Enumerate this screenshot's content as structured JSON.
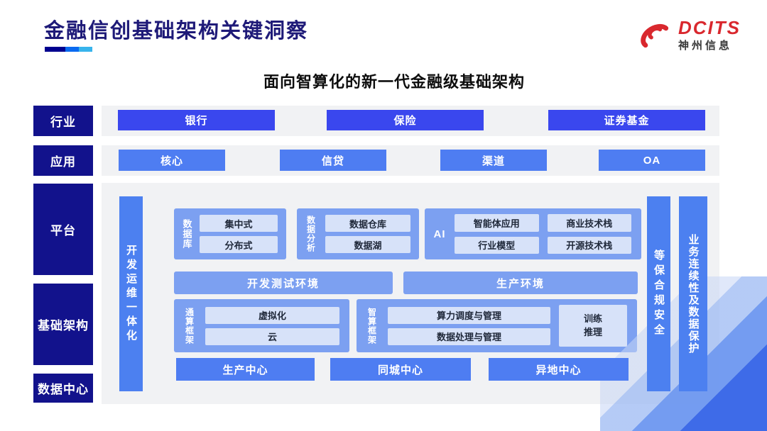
{
  "header": {
    "title": "金融信创基础架构关键洞察",
    "logo_brand": "DCITS",
    "logo_company": "神州信息"
  },
  "subtitle": "面向智算化的新一代金融级基础架构",
  "sidebar": {
    "industry": "行业",
    "application": "应用",
    "platform": "平台",
    "infrastructure": "基础架构",
    "datacenter": "数据中心"
  },
  "industry_items": [
    "银行",
    "保险",
    "证券基金"
  ],
  "application_items": [
    "核心",
    "信贷",
    "渠道",
    "OA"
  ],
  "platform": {
    "devops_bar": "开发运维一体化",
    "security_bar": "等保合规安全",
    "continuity_bar": "业务连续性及数据保护",
    "database": {
      "label": "数据库",
      "items": [
        "集中式",
        "分布式"
      ]
    },
    "analytics": {
      "label": "数据分析",
      "items": [
        "数据仓库",
        "数据湖"
      ]
    },
    "ai": {
      "label": "AI",
      "items": [
        "智能体应用",
        "商业技术栈",
        "行业模型",
        "开源技术栈"
      ]
    },
    "environments": [
      "开发测试环境",
      "生产环境"
    ],
    "general_framework": {
      "label": "通算框架",
      "items": [
        "虚拟化",
        "云"
      ]
    },
    "intelligent_framework": {
      "label": "智算框架",
      "items": [
        "算力调度与管理",
        "数据处理与管理"
      ],
      "side": "训练推理"
    },
    "centers": [
      "生产中心",
      "同城中心",
      "异地中心"
    ]
  },
  "colors": {
    "title_navy": "#1e1a78",
    "label_navy": "#12128c",
    "industry_blue": "#3a47ee",
    "app_blue": "#4e7df2",
    "group_blue": "#7ca0f1",
    "inner_light": "#d7e2f9",
    "brand_red": "#d9282e",
    "accent_segments": [
      "#00008f",
      "#0a6af0",
      "#38b4ec"
    ]
  }
}
